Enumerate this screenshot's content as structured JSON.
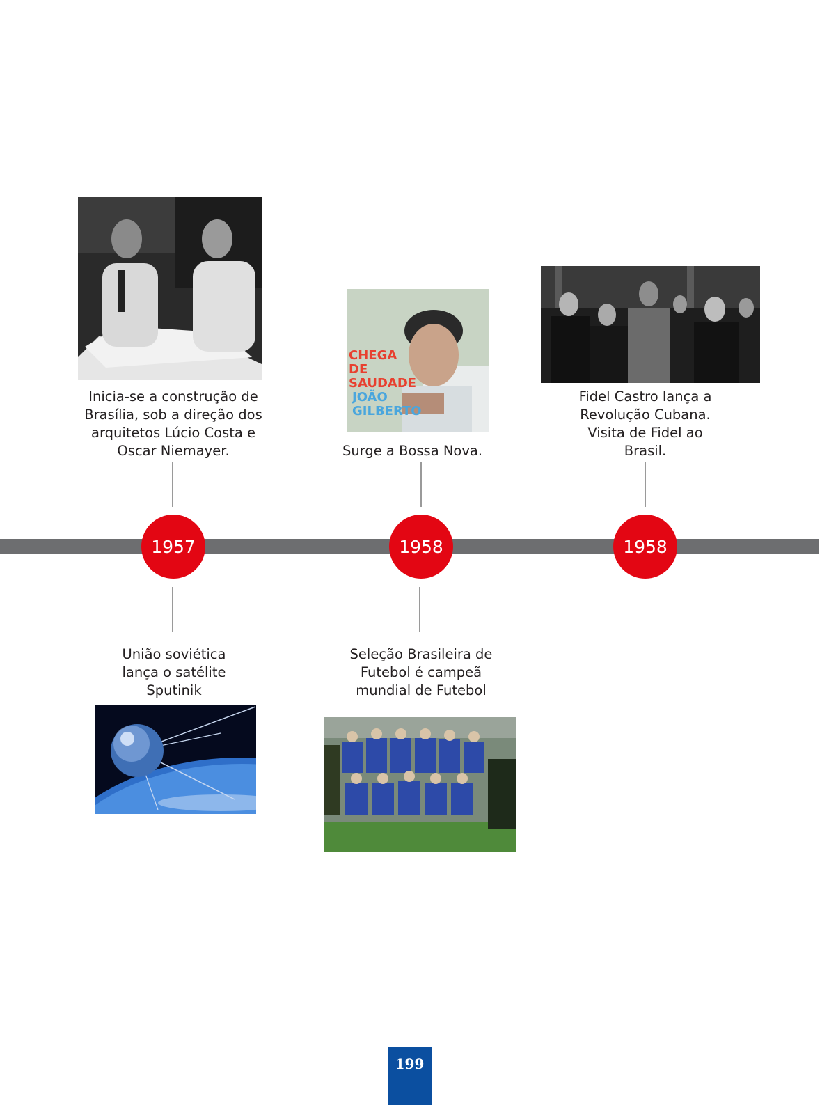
{
  "events": {
    "brasilia": {
      "year": "1957",
      "caption": "Inicia-se a construção de Brasília, sob a direção dos arquitetos Lúcio Costa e Oscar Niemayer."
    },
    "sputnik": {
      "caption": "União soviética lança o satélite Sputinik"
    },
    "bossa_nova": {
      "year": "1958",
      "caption": "Surge a Bossa Nova.",
      "album_text_line1": "CHEGA",
      "album_text_line2": "DE",
      "album_text_line3": "SAUDADE",
      "album_text_line4": "JOÃO",
      "album_text_line5": "GILBERTO"
    },
    "selecao": {
      "caption": "Seleção Brasileira de Futebol é campeã mundial de Futebol"
    },
    "cuba": {
      "year": "1958",
      "caption": "Fidel Castro lança a Revolução Cubana. Visita de Fidel ao Brasil."
    }
  },
  "page_number": "199",
  "colors": {
    "accent_red": "#e30613",
    "timeline_gray": "#6d6e70",
    "page_blue": "#0b4fa0"
  }
}
